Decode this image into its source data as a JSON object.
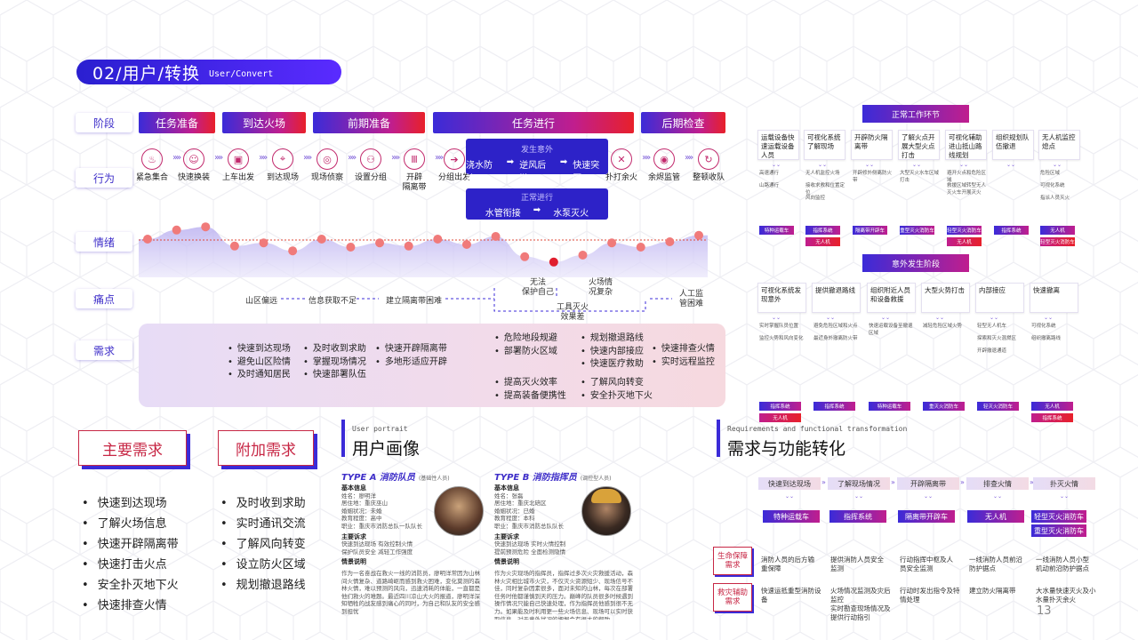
{
  "header": {
    "title": "02/用户/转换",
    "subtitle": "User/Convert"
  },
  "row_labels": [
    "阶段",
    "行为",
    "情绪",
    "痛点",
    "需求"
  ],
  "stages": [
    "任务准备",
    "到达火场",
    "前期准备",
    "任务进行",
    "后期检查"
  ],
  "actions": [
    {
      "label": "紧急集合",
      "icon": "fire-icon",
      "glyph": "♨"
    },
    {
      "label": "快速换装",
      "icon": "person-icon",
      "glyph": "☺"
    },
    {
      "label": "上车出发",
      "icon": "truck-icon",
      "glyph": "▣"
    },
    {
      "label": "到达现场",
      "icon": "pin-icon",
      "glyph": "⌖"
    },
    {
      "label": "现场侦察",
      "icon": "binoculars-icon",
      "glyph": "◎"
    },
    {
      "label": "设置分组",
      "icon": "group-icon",
      "glyph": "⚇"
    },
    {
      "label": "开辟\n隔离带",
      "icon": "barrier-icon",
      "glyph": "Ⅲ"
    },
    {
      "label": "分组出发",
      "icon": "arrow-icon",
      "glyph": "➔"
    },
    {
      "label": "扑打余火",
      "icon": "extinguish-icon",
      "glyph": "✕"
    },
    {
      "label": "余烬监管",
      "icon": "eye-icon",
      "glyph": "◉"
    },
    {
      "label": "整顿收队",
      "icon": "refresh-icon",
      "glyph": "↻"
    }
  ],
  "event_boxes": {
    "accident": {
      "title": "发生意外",
      "steps": [
        "浇水防护",
        "逆风后撤",
        "快速突围"
      ]
    },
    "normal": {
      "title": "正常进行",
      "steps": [
        "水管衔接",
        "水泵灭火"
      ]
    }
  },
  "emotion_levels": [
    0.55,
    0.72,
    0.78,
    0.42,
    0.48,
    0.33,
    0.55,
    0.4,
    0.48,
    0.42,
    0.55,
    0.45,
    0.6,
    0.22,
    0.12,
    0.25,
    0.48,
    0.4,
    0.5,
    0.62
  ],
  "pains": [
    "山区偏远",
    "信息获取不足",
    "建立隔离带困难",
    "无法\n保护自己",
    "火场情\n况复杂",
    "工具灭火\n效果差",
    "人工监\n管困难"
  ],
  "needs": {
    "col1": [
      "快速到达现场",
      "避免山区险情",
      "及时通知居民"
    ],
    "col2": [
      "及时收到求助",
      "掌握现场情况",
      "快速部署队伍"
    ],
    "col3": [
      "快速开辟隔离带",
      "多地形适应开辟"
    ],
    "col4a": [
      "危险地段规避",
      "部署防火区域"
    ],
    "col4b": [
      "提高灭火效率",
      "提高装备便携性"
    ],
    "col5a": [
      "规划撤退路线",
      "快速内部接应",
      "快速医疗救助"
    ],
    "col5b": [
      "了解风向转变",
      "安全扑灭地下火"
    ],
    "col6": [
      "快速排查火情",
      "实时远程监控"
    ]
  },
  "main_needs": {
    "title": "主要需求",
    "items": [
      "快速到达现场",
      "了解火场信息",
      "快速开辟隔离带",
      "快速打击火点",
      "安全扑灭地下火",
      "快速排查火情"
    ]
  },
  "extra_needs": {
    "title": "附加需求",
    "items": [
      "及时收到求助",
      "实时通讯交流",
      "了解风向转变",
      "设立防火区域",
      "规划撤退路线"
    ]
  },
  "portrait": {
    "en": "User portrait",
    "zh": "用户画像",
    "a": {
      "type": "TYPE A  消防队员",
      "sub": "(基础性人员)",
      "basic_h": "基本信息",
      "basic": [
        "姓名：廖明洋",
        "居住地：重庆巫山",
        "婚姻状况：未婚",
        "教育程度：高中",
        "职业：重庆市消防总队一队队长"
      ],
      "req_h": "主要诉求",
      "req": [
        "快速到达现场  有效控制火情",
        "保护队员安全  减轻工作强度"
      ],
      "desc_h": "情景说明",
      "desc": "作为一名奋战在救火一线的消防员，廖明洋常因为山林间火情复杂、道路崎岖而感到救火困难，变化莫测的森林火情，难以预测的风向，迅速消耗的体能，一直都是他们救火的难题。最近四川凉山大火的报道，廖明洋深知牺牲的战友感到痛心的同时，为自己和队友的安全感到担忧"
    },
    "b": {
      "type": "TYPE B  消防指挥员",
      "sub": "(调控型人员)",
      "basic_h": "基本信息",
      "basic": [
        "姓名：张磊",
        "居住地：重庆北碚区",
        "婚姻状况：已婚",
        "教育程度：本科",
        "职业：重庆市消防总队队长"
      ],
      "req_h": "主要诉求",
      "req": [
        "快速到达现场  实时火情控制",
        "提前预测危险  全面检测隐情"
      ],
      "desc_h": "情景说明",
      "desc": "作为火灾现场的指挥员，指挥过多次火灾救援活动，森林火灾相比城市火灾，不仅灭火资源短少、现场信号不佳，同时复杂因素很多，面对未知的山林，每次在部署任务时他都谨慎到天的压力。巅峰的队员很多时候遇到操作情况只能自己快速处理，作为指挥员他感到很不无力。如果能及时利用更一些火场信息、现场可以实时获取信息，对于意外状况的把握会有很大的帮助。"
    }
  },
  "transform": {
    "en": "Requirements and functional transformation",
    "zh": "需求与功能转化",
    "reqs": [
      "快速到达现场",
      "了解现场情况",
      "开辟隔离带",
      "排查火情",
      "扑灭火情"
    ],
    "functions": [
      "特种运载车",
      "指挥系统",
      "隔离带开辟车",
      "无人机",
      "轻型灭火消防车",
      "重型灭火消防车"
    ],
    "side": [
      "生命保障\n需求",
      "救灾辅助\n需求"
    ],
    "life": [
      "消防人员的后方输重保障",
      "提供消防人员安全监测",
      "行动指挥中枢及人员安全监测",
      "一线消防人员前沿防护据点",
      "一线消防人员小型机动前沿防护据点"
    ],
    "aid": [
      "快速运抵重型消防设备",
      "火场情况监测及灾后监控\n实时勘查现场情况及提供行动指引",
      "行动时发出指令及特情处理",
      "建立防火隔离带",
      "大水量快速灭火及小水量扑灭余火"
    ]
  },
  "right_panel": {
    "normal_title": "正常工作环节",
    "normal_cards": [
      {
        "t": "运载设备快速运载设备人员",
        "s": [
          "高速通行",
          "山路通行"
        ],
        "tags": [
          "特种运载车"
        ]
      },
      {
        "t": "可视化系统了解现场",
        "s": [
          "无人机监控火场",
          "接收求救和位置定位",
          "风向监控"
        ],
        "tags": [
          "指挥系统",
          "无人机"
        ]
      },
      {
        "t": "开辟防火隔离带",
        "s": [
          "开辟修外侧离防火带"
        ],
        "tags": [
          "隔离带开辟车"
        ]
      },
      {
        "t": "了解火点开展大型火点打击",
        "s": [
          "大型灭火水车区域打击"
        ],
        "tags": [
          "重型灭火消防车"
        ]
      },
      {
        "t": "可视化辅助进山抵山路线规划",
        "s": [
          "避开火点和危险区域",
          "救援区域转型无人灭火车开展灭火"
        ],
        "tags": [
          "轻型灭火消防车",
          "无人机"
        ]
      },
      {
        "t": "组织规划队伍撤退",
        "s": [],
        "tags": [
          "指挥系统"
        ]
      },
      {
        "t": "无人机监控熄点",
        "s": [
          "危险区域",
          "可视化系统",
          "指派人员灭火"
        ],
        "tags": [
          "无人机",
          "轻型灭火消防车"
        ]
      }
    ],
    "accident_title": "意外发生阶段",
    "accident_cards": [
      {
        "t": "可视化系统发现意外",
        "s": [
          "实时掌握队员位置",
          "监控火势和风向变化"
        ],
        "tags": [
          "指挥系统",
          "无人机"
        ]
      },
      {
        "t": "提供撤退路线",
        "s": [
          "避免危险区域和火点",
          "最近身外撤离防火带"
        ],
        "tags": [
          "指挥系统"
        ]
      },
      {
        "t": "组织附近人员和设备救援",
        "s": [
          "快速运载设备至撤退区域"
        ],
        "tags": [
          "特种运载车"
        ]
      },
      {
        "t": "大型火势打击",
        "s": [
          "减轻危险区域火势"
        ],
        "tags": [
          "重灭火消防车"
        ]
      },
      {
        "t": "内部接应",
        "s": [
          "轻型无人机车",
          "探索和灭火混燃区",
          "开辟撤退通道"
        ],
        "tags": [
          "轻灭火消防车"
        ]
      },
      {
        "t": "快速撤离",
        "s": [
          "可视化系统",
          "组织撤离路线"
        ],
        "tags": [
          "无人机",
          "指挥系统"
        ]
      }
    ]
  },
  "page_number": "13"
}
